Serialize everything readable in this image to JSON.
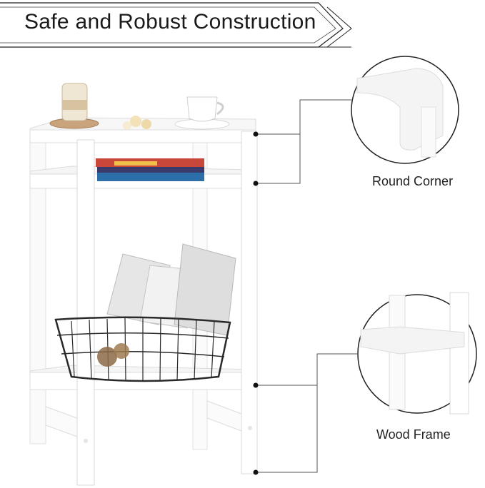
{
  "banner": {
    "title": "Safe and Robust Construction"
  },
  "callouts": [
    {
      "label": "Round Corner",
      "icon": "round-corner-detail"
    },
    {
      "label": "Wood Frame",
      "icon": "wood-frame-detail"
    }
  ],
  "product": {
    "name": "3-tier white side table",
    "colors": {
      "frame": "#ffffff",
      "outline": "#d9d9d9",
      "leader_line": "#555555",
      "basket": "#2a2a2a"
    }
  }
}
